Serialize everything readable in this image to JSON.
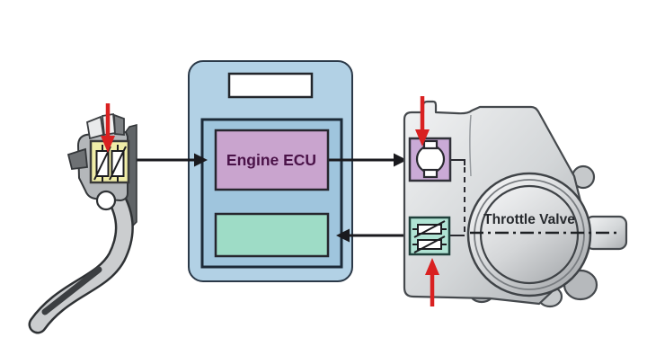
{
  "ecu": {
    "label": "Engine ECU"
  },
  "throttle": {
    "label": "Throttle Valve"
  },
  "colors": {
    "ecu_outer": "#b2d1e5",
    "ecu_inner": "#9fc5dd",
    "ecu_main_box": "#c9a4ce",
    "ecu_text": "#4a1248",
    "ecu_lower_box": "#9edcc6",
    "pedal_sensor_box": "#f0eda8",
    "motor_box": "#caaad6",
    "throttle_sensor_box": "#b0e3d3",
    "red_arrow": "#d92121",
    "throttle_text": "#26292d"
  },
  "icons": {
    "potentiometer-icon": "rect with diagonal slash (variable resistor)",
    "dc-motor-icon": "circle with brush blocks",
    "red-arrow-icon": "red input/feedback arrow",
    "signal-arrow-icon": "black wiring arrow"
  }
}
